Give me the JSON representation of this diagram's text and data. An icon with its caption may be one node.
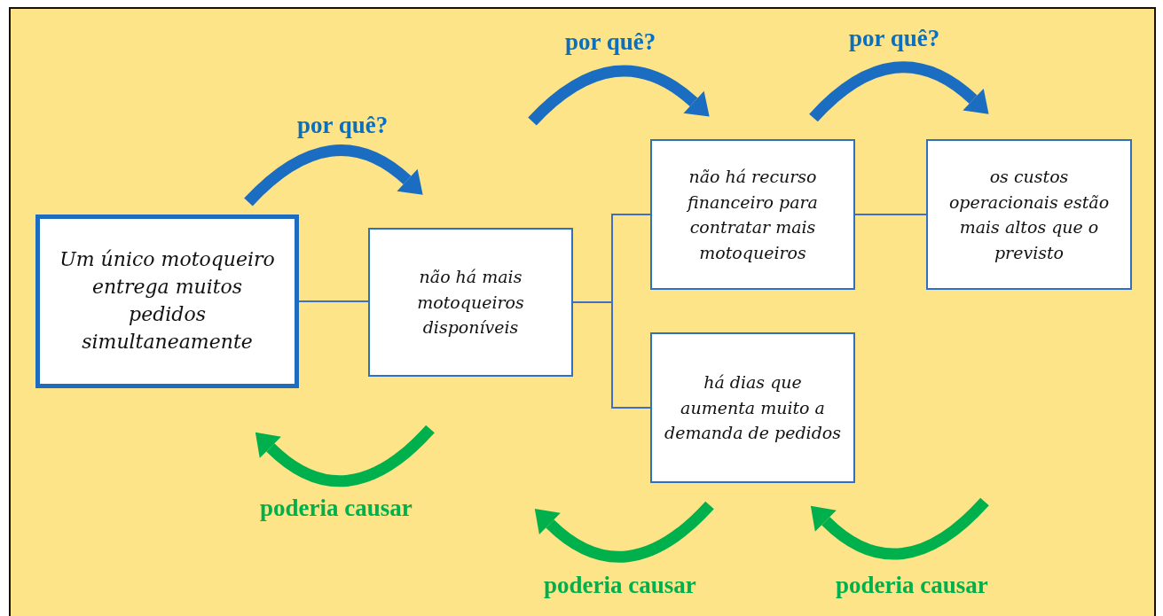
{
  "diagram": {
    "nodes": [
      {
        "text": [
          "Um único motoqueiro entrega muitos pedidos simultaneamente"
        ]
      },
      {
        "text": [
          "não há mais motoqueiros disponíveis"
        ]
      },
      {
        "text": [
          "não há recurso financeiro para contratar mais motoqueiros"
        ]
      },
      {
        "text": [
          "os custos operacionais estão mais altos que o previsto"
        ]
      },
      {
        "text": [
          "há dias que aumenta muito a demanda de pedidos"
        ]
      }
    ],
    "edges": [
      {
        "from": 0,
        "to": 1,
        "arrow": "none"
      },
      {
        "from": 1,
        "to": 2,
        "arrow": "none"
      },
      {
        "from": 1,
        "to": 4,
        "arrow": "none"
      },
      {
        "from": 2,
        "to": 3,
        "arrow": "none"
      }
    ],
    "labels": [
      "por quê?",
      "por quê?",
      "por quê?",
      "poderia causar",
      "poderia causar",
      "poderia causar"
    ]
  }
}
